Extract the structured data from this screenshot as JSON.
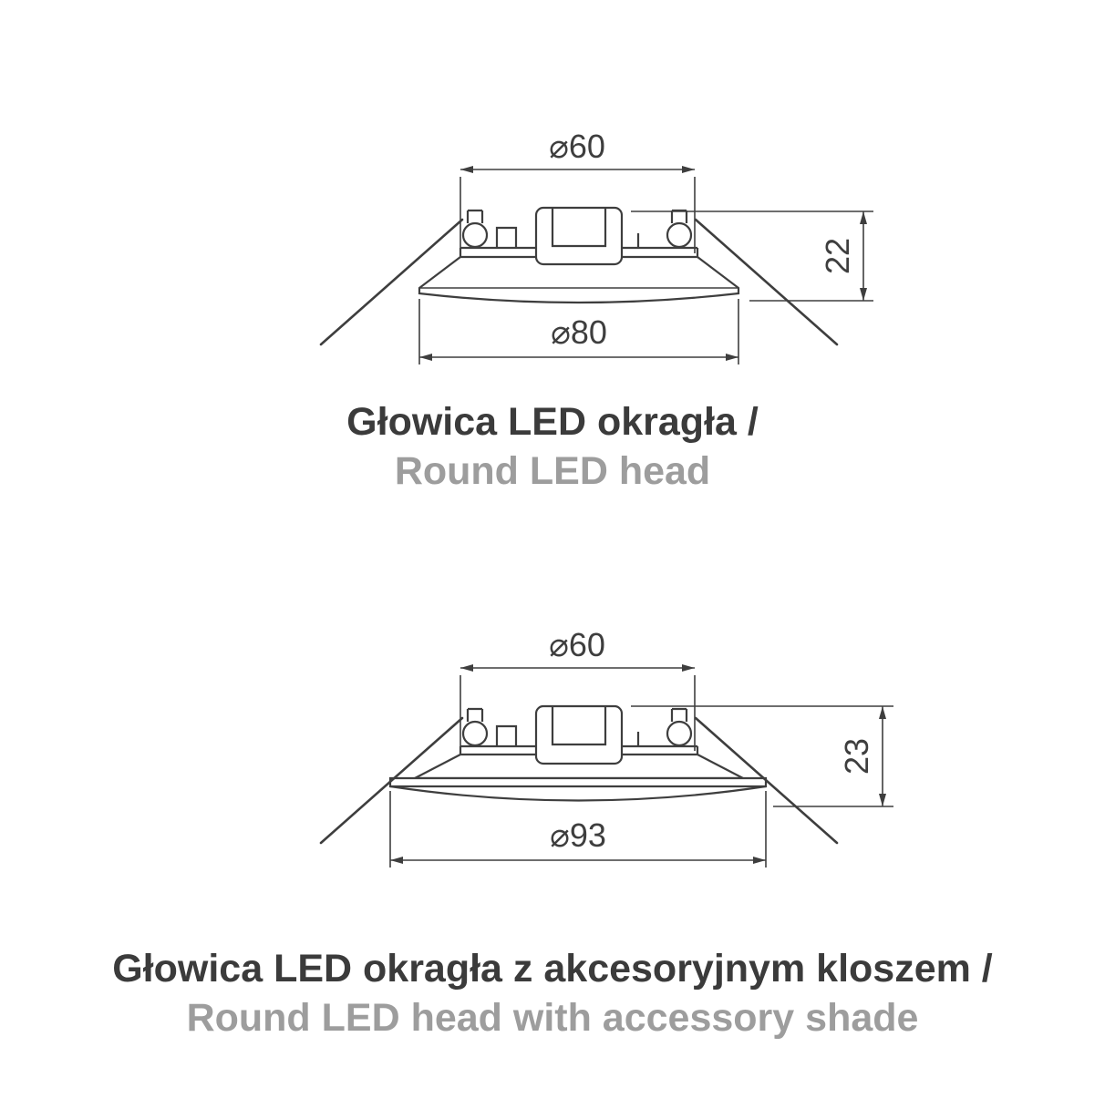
{
  "page": {
    "background": "#ffffff",
    "line_color": "#3e3e3e",
    "caption_color": "#3b3b3b",
    "caption_secondary_color": "#9d9d9d"
  },
  "figures": [
    {
      "dim_top": "⌀60",
      "dim_height": "22",
      "dim_bottom": "⌀80",
      "caption_pl": "Głowica LED okragła /",
      "caption_en": "Round LED head"
    },
    {
      "dim_top": "⌀60",
      "dim_height": "23",
      "dim_bottom": "⌀93",
      "caption_pl": "Głowica LED okragła z akcesoryjnym kloszem /",
      "caption_en": "Round LED head with accessory shade"
    }
  ]
}
